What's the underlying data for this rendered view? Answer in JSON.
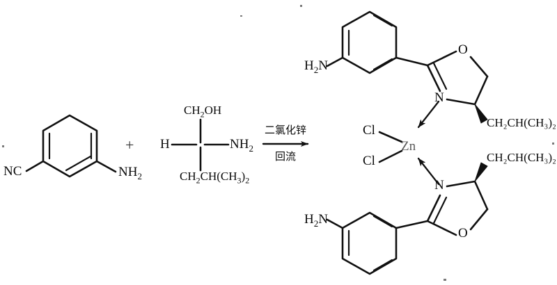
{
  "scheme": {
    "title": "Synthesis of bis(3-aminophenyl-oxazoline) zinc dichloride complex",
    "type": "chemical-reaction-scheme",
    "bond_color": "#101010",
    "background": "#ffffff"
  },
  "reactants": [
    {
      "id": "aminobenzonitrile",
      "name": "3-aminobenzonitrile",
      "labels": [
        {
          "key": "nitrile",
          "text": "NC"
        },
        {
          "key": "amine",
          "text": "NH",
          "sub": "2"
        }
      ]
    },
    {
      "id": "leucinol",
      "name": "2-amino-4-methyl-1-pentanol (leucinol)",
      "labels": [
        {
          "key": "top",
          "text": "CH",
          "sub": "2",
          "tail": "OH"
        },
        {
          "key": "left",
          "text": "H"
        },
        {
          "key": "right",
          "text": "NH",
          "sub": "2"
        },
        {
          "key": "bottom",
          "text": "CH",
          "sub": "2",
          "tail": "CH(CH",
          "tail_sub": "3",
          "tail_end": ")",
          "tail_end_sub": "2"
        }
      ]
    }
  ],
  "operators": {
    "plus": "+"
  },
  "arrow": {
    "above": "二氯化锌",
    "above_meaning": "zinc dichloride",
    "below": "回流",
    "below_meaning": "reflux"
  },
  "product": {
    "id": "zinc-complex",
    "name": "dichlorobis[2-(3-aminophenyl)-4-isobutyl-oxazoline]zinc(II)",
    "metal": "Zn",
    "ligand_count": 2,
    "labels": {
      "metal": "Zn",
      "chloride_top": "Cl",
      "chloride_bottom": "Cl",
      "amine_top": "H",
      "amine_top_sub": "2",
      "amine_top_tail": "N",
      "amine_bottom": "H",
      "amine_bottom_sub": "2",
      "amine_bottom_tail": "N",
      "ring_oxygen_top": "O",
      "ring_nitrogen_top": "N",
      "ring_oxygen_bottom": "O",
      "ring_nitrogen_bottom": "N",
      "isobutyl_top": "CH₂CH(CH₃)₂",
      "isobutyl_bottom": "CH₂CH(CH₃)₂"
    }
  }
}
